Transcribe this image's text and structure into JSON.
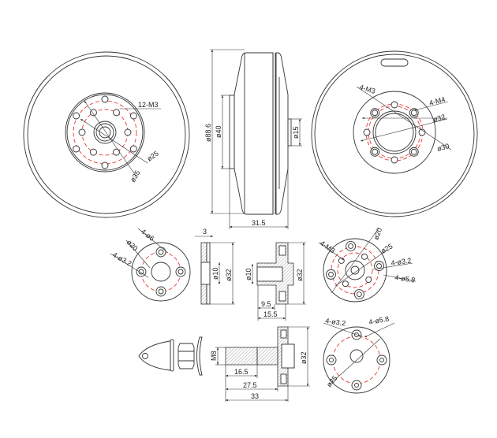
{
  "colors": {
    "line": "#333333",
    "centerline": "#e53935",
    "background": "#ffffff"
  },
  "labels": {
    "front_holes": "12-M3",
    "front_d25": "ø25",
    "front_d35": "ø35",
    "side_d88_6": "ø88.6",
    "side_d40": "ø40",
    "side_d15": "ø15",
    "side_len": "31.5",
    "rear_m3": "4-M3",
    "rear_m4": "4-M4",
    "rear_d32": "ø32",
    "rear_d30": "ø30",
    "plate_d6": "4-ø6",
    "plate_d20": "ø20",
    "plate_d3_2": "4-ø3.2",
    "plate_thk": "3",
    "plate_d10": "ø10",
    "plate_d32": "ø32",
    "hub_d10": "ø10",
    "hub_d32": "ø32",
    "hub_9_5": "9.5",
    "hub_15_5": "15.5",
    "hubf_m3": "4-M3",
    "hubf_d20": "ø20",
    "hubf_d25": "ø25",
    "hubf_d3_2": "4-ø3.2",
    "hubf_d5_8": "4-ø5.8",
    "shaft_m8": "M8",
    "shaft_d32": "ø32",
    "shaft_16_5": "16.5",
    "shaft_27_5": "27.5",
    "shaft_33": "33",
    "bf_d3_2": "4-ø3.2",
    "bf_d5_8": "4-ø5.8",
    "bf_d25": "ø25"
  }
}
